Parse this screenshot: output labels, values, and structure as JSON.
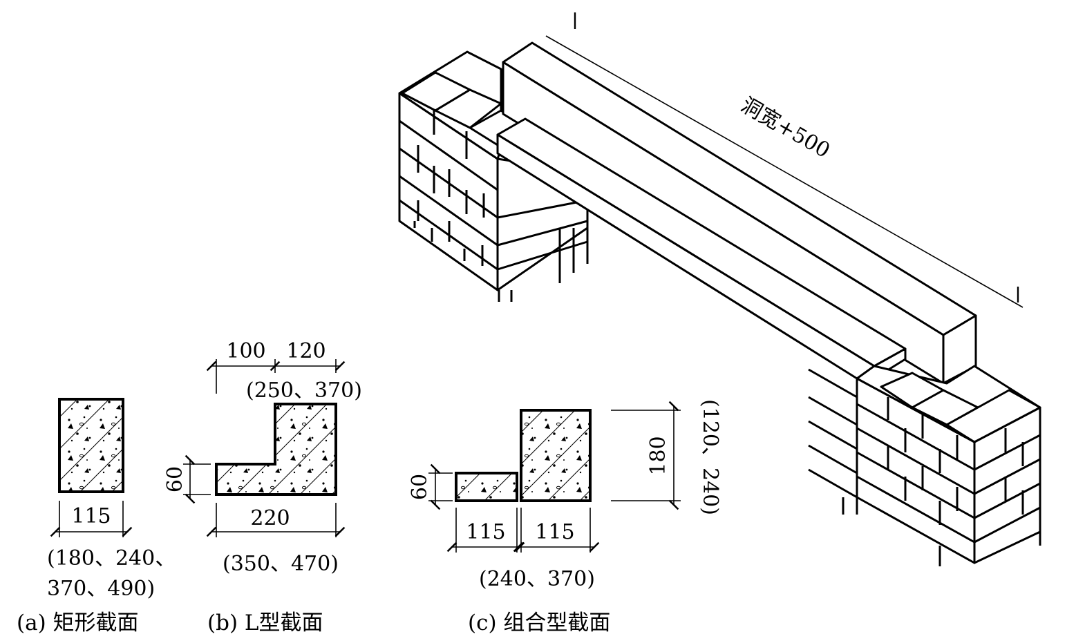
{
  "isometric": {
    "length_label": "洞宽+500"
  },
  "section_a": {
    "width_label": "115",
    "alt_line1": "(180、240、",
    "alt_line2": "370、490)",
    "caption": "(a) 矩形截面"
  },
  "section_b": {
    "top_left_label": "100",
    "top_right_label": "120",
    "top_alt": "(250、370)",
    "height_label": "60",
    "width_label": "220",
    "bottom_alt": "(350、470)",
    "caption": "(b) L型截面"
  },
  "section_c": {
    "height_small_label": "60",
    "width_left_label": "115",
    "width_right_label": "115",
    "bottom_alt": "(240、370)",
    "height_right_label": "180",
    "height_alt": "(120、240)",
    "caption": "(c) 组合型截面"
  }
}
